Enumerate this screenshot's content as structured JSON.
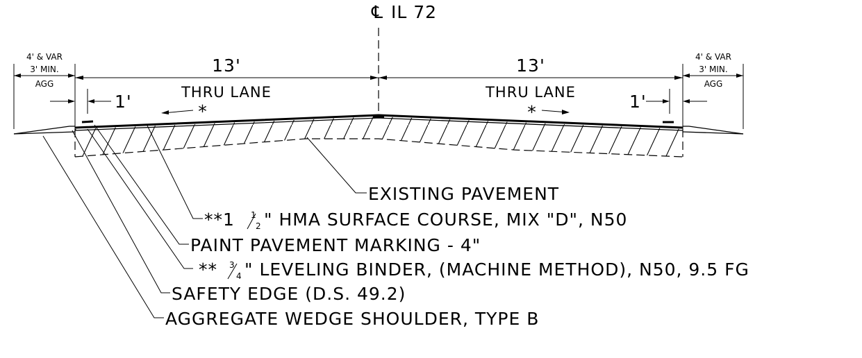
{
  "centerline": {
    "symbol": "℄",
    "route": "IL 72"
  },
  "left_shoulder": {
    "width": "4' & VAR",
    "min": "3' MIN.",
    "material": "AGG"
  },
  "right_shoulder": {
    "width": "4' & VAR",
    "min": "3' MIN.",
    "material": "AGG"
  },
  "left_lane": {
    "width": "13'",
    "label": "THRU LANE",
    "offset": "1'",
    "note_mark": "*"
  },
  "right_lane": {
    "width": "13'",
    "label": "THRU LANE",
    "offset": "1'",
    "note_mark": "*"
  },
  "callouts": [
    {
      "id": "existing-pavement",
      "prefix": "",
      "fraction": "",
      "text": "EXISTING PAVEMENT"
    },
    {
      "id": "hma-surface-course",
      "prefix": "**1",
      "frac_num": "1",
      "frac_den": "2",
      "text": "\" HMA SURFACE COURSE, MIX \"D\", N50"
    },
    {
      "id": "paint-pavement-marking",
      "prefix": "",
      "fraction": "",
      "text": "PAINT PAVEMENT MARKING - 4\""
    },
    {
      "id": "leveling-binder",
      "prefix": "** ",
      "frac_num": "3",
      "frac_den": "4",
      "text": "\" LEVELING BINDER, (MACHINE METHOD), N50, 9.5 FG"
    },
    {
      "id": "safety-edge",
      "prefix": "",
      "fraction": "",
      "text": "SAFETY EDGE (D.S. 49.2)"
    },
    {
      "id": "aggregate-wedge-shoulder",
      "prefix": "",
      "fraction": "",
      "text": "AGGREGATE WEDGE SHOULDER, TYPE B"
    }
  ]
}
